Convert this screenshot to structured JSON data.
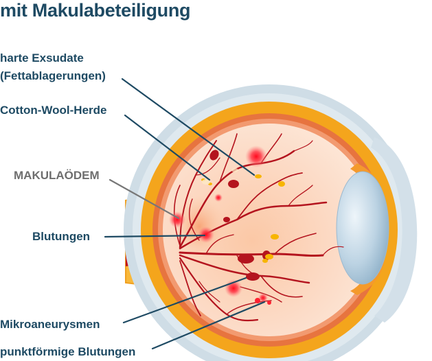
{
  "title": "mit Makulabeteiligung",
  "labels": {
    "exsudate_line1": "harte Exsudate",
    "exsudate_line2": "(Fettablagerungen)",
    "cotton_wool": "Cotton-Wool-Herde",
    "makulaodem": "MAKULAÖDEM",
    "blutungen": "Blutungen",
    "mikroaneurysmen": "Mikroaneurysmen",
    "punktfoermige": "punktförmige Blutungen"
  },
  "colors": {
    "title_text": "#1e4a63",
    "label_text": "#1e4a63",
    "makula_label": "#6e6e6e",
    "leader_line": "#1e4a63",
    "makula_leader": "#777777",
    "sclera": "#cfdde6",
    "choroid": "#f4a51c",
    "retina_rim": "#e7743f",
    "vitreous": "#fbdcc6",
    "vessel": "#b4141e",
    "hemorrhage": "#ff1e2e",
    "exudate": "#f7b500",
    "lens": "#b8cfe0"
  }
}
